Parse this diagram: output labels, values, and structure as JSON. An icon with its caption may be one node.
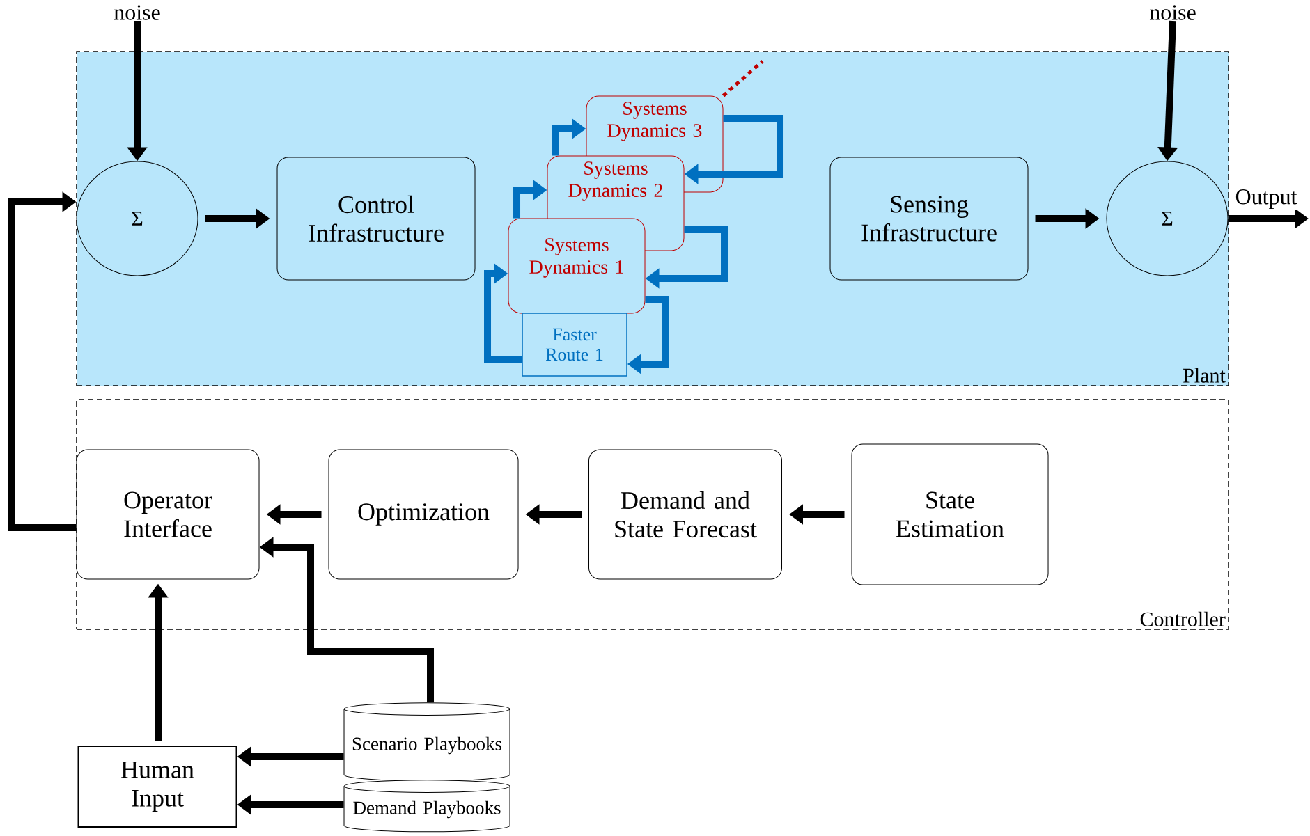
{
  "diagram": {
    "nodes": [
      {
        "text": [
          "Plant"
        ]
      },
      {
        "text": [
          "Σ"
        ],
        "in": 0
      },
      {
        "text": [
          "Control Infrastructure"
        ],
        "in": 0
      },
      {
        "text": [
          "Systems Dynamics 3"
        ],
        "in": 0
      },
      {
        "text": [
          "Systems Dynamics 2"
        ],
        "in": 0
      },
      {
        "text": [
          "Systems Dynamics 1"
        ],
        "in": 0
      },
      {
        "text": [
          "Faster Route 1"
        ],
        "in": 0
      },
      {
        "text": [
          "Sensing Infrastructure"
        ],
        "in": 0
      },
      {
        "text": [
          "Σ"
        ],
        "in": 0
      },
      {
        "text": [
          "Controller"
        ]
      },
      {
        "text": [
          "Operator Interface"
        ],
        "in": 9
      },
      {
        "text": [
          "Optimization"
        ],
        "in": 9
      },
      {
        "text": [
          "Demand and State Forecast"
        ],
        "in": 9
      },
      {
        "text": [
          "State Estimation"
        ],
        "in": 9
      },
      {
        "text": [
          "Human Input"
        ]
      },
      {
        "text": [
          "Scenario Playbooks"
        ]
      },
      {
        "text": [
          "Demand Playbooks"
        ]
      },
      {
        "text": [
          "noise"
        ]
      },
      {
        "text": [
          "noise"
        ]
      }
    ],
    "edges": [
      {
        "from": 17,
        "to": 1,
        "arrow": "to"
      },
      {
        "from": 18,
        "to": 8,
        "arrow": "to"
      },
      {
        "from": 1,
        "to": 2,
        "arrow": "to"
      },
      {
        "from": 7,
        "to": 8,
        "arrow": "to"
      },
      {
        "from": 8,
        "to": null,
        "arrow": "to",
        "label": "Output"
      },
      {
        "from": 10,
        "to": 1,
        "arrow": "to"
      },
      {
        "from": 11,
        "to": 10,
        "arrow": "to"
      },
      {
        "from": 12,
        "to": 11,
        "arrow": "to"
      },
      {
        "from": 13,
        "to": 12,
        "arrow": "to"
      },
      {
        "from": 15,
        "to": 10,
        "arrow": "to"
      },
      {
        "from": 14,
        "to": 10,
        "arrow": "to"
      },
      {
        "from": 15,
        "to": 14,
        "arrow": "to"
      },
      {
        "from": 16,
        "to": 14,
        "arrow": "to"
      },
      {
        "from": 6,
        "to": 5,
        "arrow": "to",
        "color": "#0070c0"
      },
      {
        "from": 5,
        "to": 4,
        "arrow": "to",
        "color": "#0070c0"
      },
      {
        "from": 4,
        "to": 3,
        "arrow": "to",
        "color": "#0070c0"
      },
      {
        "from": 5,
        "to": 6,
        "arrow": "to",
        "color": "#0070c0"
      },
      {
        "from": 4,
        "to": 5,
        "arrow": "to",
        "color": "#0070c0"
      },
      {
        "from": 3,
        "to": 4,
        "arrow": "to",
        "color": "#0070c0"
      },
      {
        "from": 3,
        "to": null,
        "arrow": "none",
        "style": "dashed",
        "color": "#c00000"
      }
    ]
  }
}
